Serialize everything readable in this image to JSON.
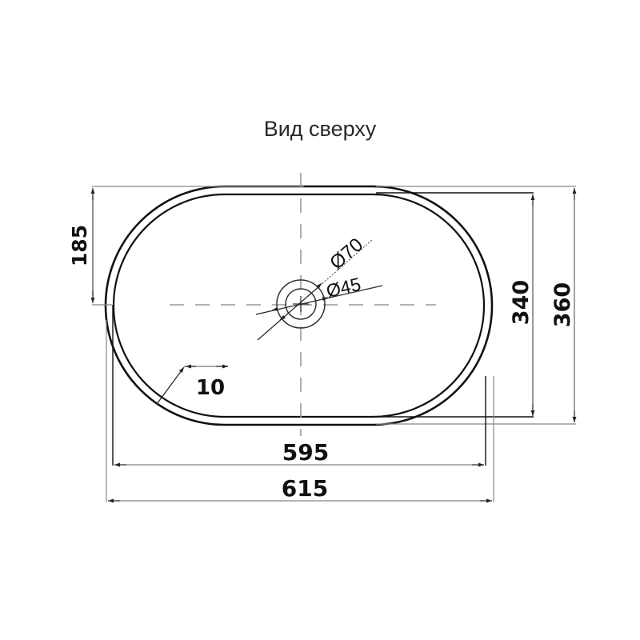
{
  "title": "Вид сверху",
  "dimensions": {
    "depth_to_center": "185",
    "inner_width_depth": "340",
    "outer_depth": "360",
    "inner_length": "595",
    "outer_length": "615",
    "rim_thickness": "10",
    "drain_outer_diameter": "Ø70",
    "drain_inner_diameter": "Ø45"
  },
  "colors": {
    "outline": "#111111",
    "dimension_line": "#888888",
    "centerline": "#999999"
  }
}
